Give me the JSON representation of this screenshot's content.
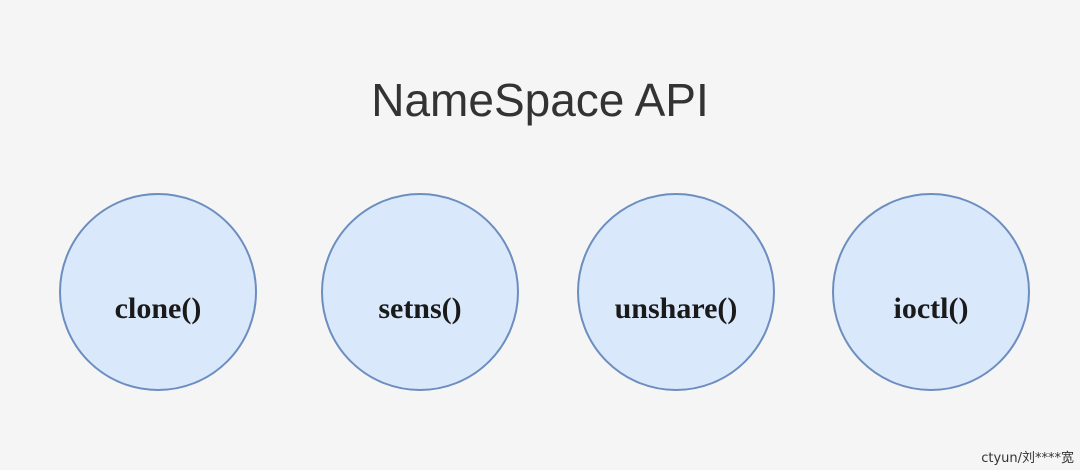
{
  "title": "NameSpace API",
  "nodes": [
    {
      "label": "clone()"
    },
    {
      "label": "setns()"
    },
    {
      "label": "unshare()"
    },
    {
      "label": "ioctl()"
    }
  ],
  "watermark": "ctyun/刘****宽",
  "colors": {
    "background": "#f5f5f5",
    "node_fill": "#dae8fc",
    "node_stroke": "#6c8ebf"
  }
}
